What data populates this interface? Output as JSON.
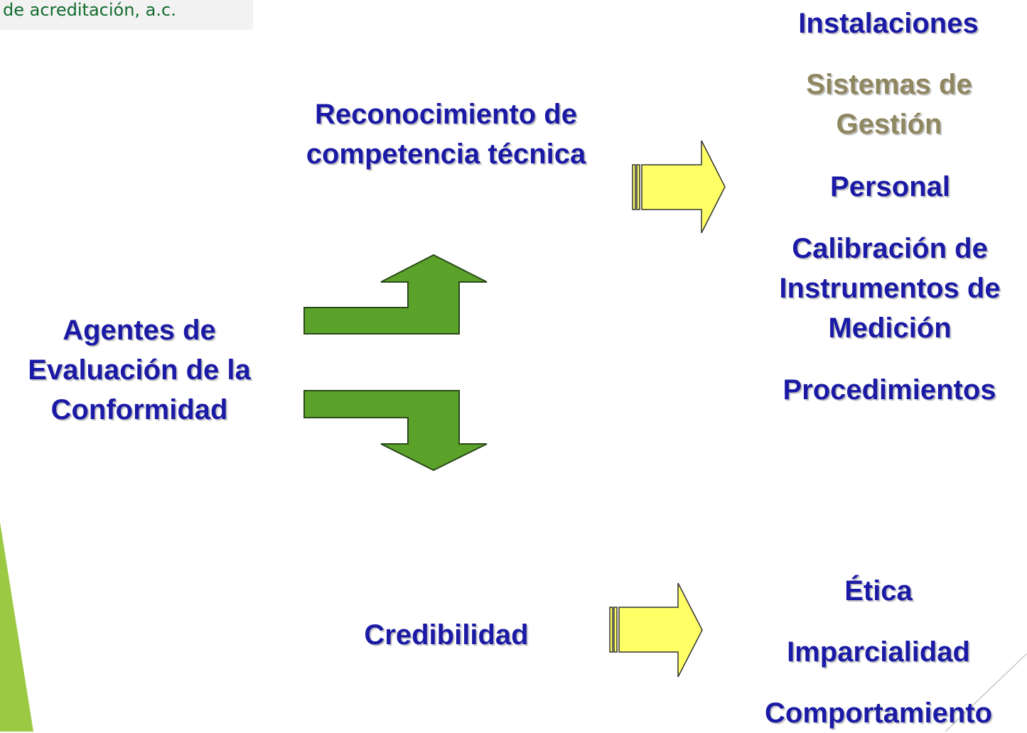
{
  "header": {
    "org_text": "de acreditación, a.c."
  },
  "center": {
    "reconocimiento": "Reconocimiento de competencia técnica",
    "agentes": "Agentes de Evaluación de la Conformidad",
    "credibilidad": "Credibilidad"
  },
  "right_top": {
    "instalaciones": "Instalaciones",
    "sistemas": "Sistemas de Gestión",
    "personal": "Personal",
    "calibracion": "Calibración de Instrumentos de Medición",
    "procedimientos": "Procedimientos"
  },
  "right_bottom": {
    "etica": "Ética",
    "imparcialidad": "Imparcialidad",
    "comportamiento": "Comportamiento"
  },
  "colors": {
    "text": "#1a1aa6",
    "highlight_text": "#8f8760",
    "green_arrow": "#5aa22a",
    "yellow_arrow": "#ffff66",
    "accent_bar": "#9bc943",
    "header_text": "#116b2e"
  }
}
